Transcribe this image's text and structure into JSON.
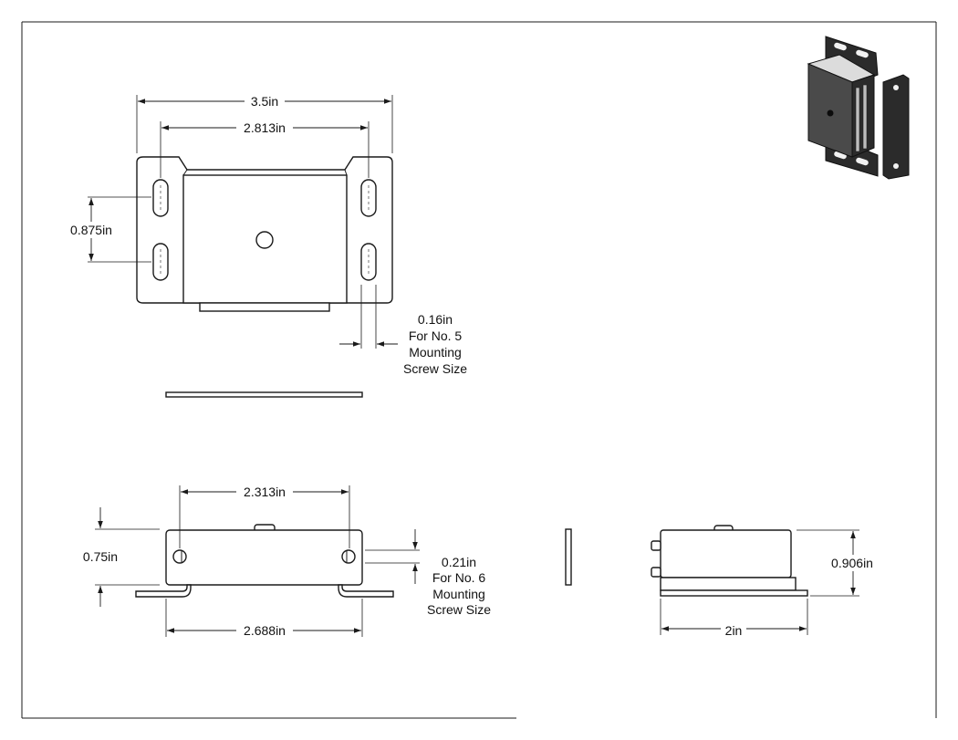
{
  "dimensions": {
    "top_overall_width": "3.5in",
    "top_slot_spacing": "2.813in",
    "top_slot_vertical": "0.875in",
    "top_screw_width": "0.16in",
    "top_screw_note": [
      "For No. 5",
      "Mounting",
      "Screw Size"
    ],
    "front_hole_spacing": "2.313in",
    "front_height": "0.75in",
    "front_screw_width": "0.21in",
    "front_screw_note": [
      "For No. 6",
      "Mounting",
      "Screw Size"
    ],
    "front_base_width": "2.688in",
    "side_height": "0.906in",
    "side_width": "2in"
  },
  "colors": {
    "line": "#1a1a1a",
    "background": "#ffffff",
    "render_dark": "#2b2b2b"
  }
}
